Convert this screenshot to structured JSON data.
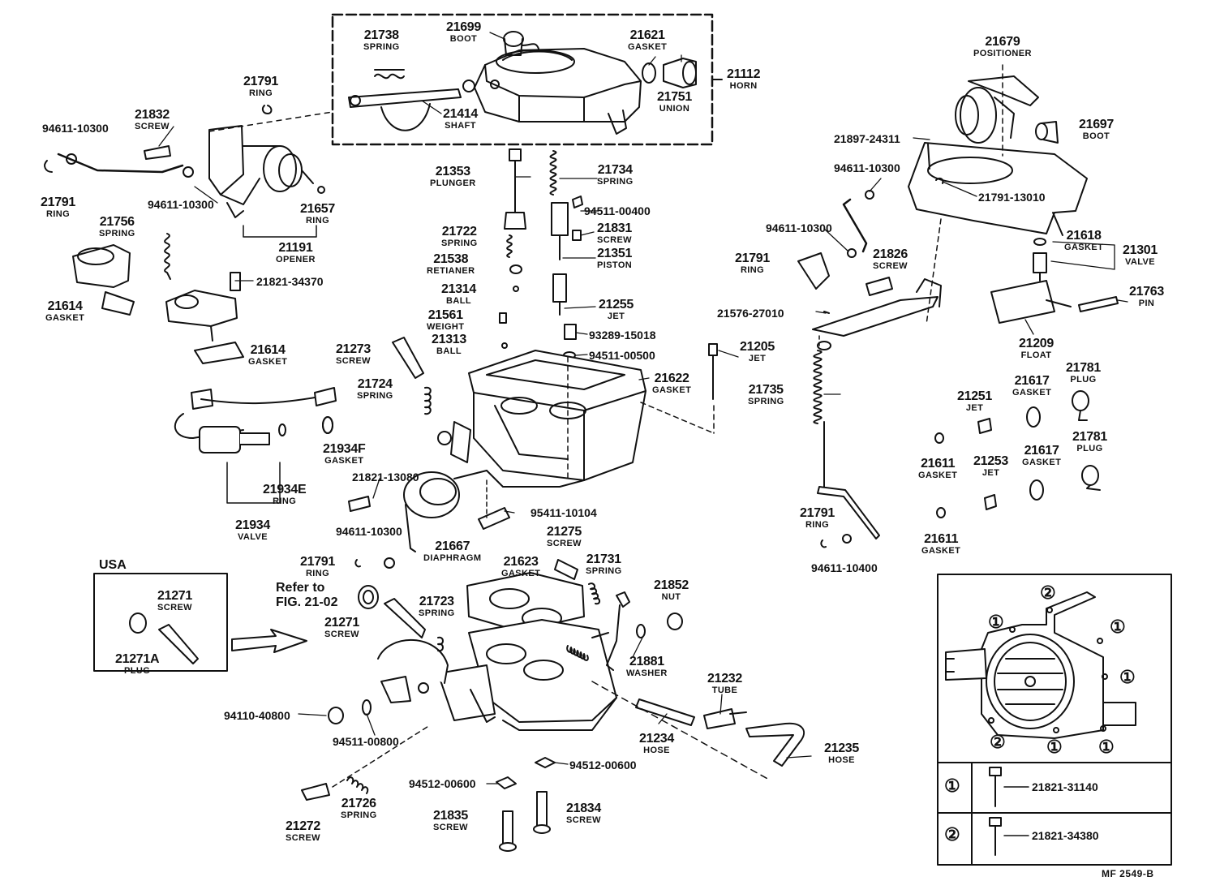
{
  "labels": {
    "l21738": {
      "num": "21738",
      "name": "SPRING"
    },
    "l21699": {
      "num": "21699",
      "name": "BOOT"
    },
    "l21621": {
      "num": "21621",
      "name": "GASKET"
    },
    "l21112": {
      "num": "21112",
      "name": "HORN"
    },
    "l21751": {
      "num": "21751",
      "name": "UNION"
    },
    "l21414": {
      "num": "21414",
      "name": "SHAFT"
    },
    "l21791a": {
      "num": "21791",
      "name": "RING"
    },
    "l21832": {
      "num": "21832",
      "name": "SCREW"
    },
    "l21791b": {
      "num": "21791",
      "name": "RING"
    },
    "l21657": {
      "num": "21657",
      "name": "RING"
    },
    "l21756": {
      "num": "21756",
      "name": "SPRING"
    },
    "l21191": {
      "num": "21191",
      "name": "OPENER"
    },
    "l21614a": {
      "num": "21614",
      "name": "GASKET"
    },
    "l21614b": {
      "num": "21614",
      "name": "GASKET"
    },
    "l21353": {
      "num": "21353",
      "name": "PLUNGER"
    },
    "l21734": {
      "num": "21734",
      "name": "SPRING"
    },
    "l21722": {
      "num": "21722",
      "name": "SPRING"
    },
    "l21831": {
      "num": "21831",
      "name": "SCREW"
    },
    "l21538": {
      "num": "21538",
      "name": "RETIANER"
    },
    "l21351": {
      "num": "21351",
      "name": "PISTON"
    },
    "l21314": {
      "num": "21314",
      "name": "BALL"
    },
    "l21255": {
      "num": "21255",
      "name": "JET"
    },
    "l21561": {
      "num": "21561",
      "name": "WEIGHT"
    },
    "l21313": {
      "num": "21313",
      "name": "BALL"
    },
    "l21273": {
      "num": "21273",
      "name": "SCREW"
    },
    "l21205": {
      "num": "21205",
      "name": "JET"
    },
    "l21622": {
      "num": "21622",
      "name": "GASKET"
    },
    "l21724": {
      "num": "21724",
      "name": "SPRING"
    },
    "l21934F": {
      "num": "21934F",
      "name": "GASKET"
    },
    "l21934E": {
      "num": "21934E",
      "name": "RING"
    },
    "l21934": {
      "num": "21934",
      "name": "VALVE"
    },
    "l21667": {
      "num": "21667",
      "name": "DIAPHRAGM"
    },
    "l21791c": {
      "num": "21791",
      "name": "RING"
    },
    "l21275": {
      "num": "21275",
      "name": "SCREW"
    },
    "l21623": {
      "num": "21623",
      "name": "GASKET"
    },
    "l21731": {
      "num": "21731",
      "name": "SPRING"
    },
    "l21852": {
      "num": "21852",
      "name": "NUT"
    },
    "l21271a": {
      "num": "21271",
      "name": "SCREW"
    },
    "l21271A": {
      "num": "21271A",
      "name": "PLUG"
    },
    "l21723": {
      "num": "21723",
      "name": "SPRING"
    },
    "l21271b": {
      "num": "21271",
      "name": "SCREW"
    },
    "l21881": {
      "num": "21881",
      "name": "WASHER"
    },
    "l21232": {
      "num": "21232",
      "name": "TUBE"
    },
    "l21234": {
      "num": "21234",
      "name": "HOSE"
    },
    "l21235": {
      "num": "21235",
      "name": "HOSE"
    },
    "l21726": {
      "num": "21726",
      "name": "SPRING"
    },
    "l21272": {
      "num": "21272",
      "name": "SCREW"
    },
    "l21835": {
      "num": "21835",
      "name": "SCREW"
    },
    "l21834": {
      "num": "21834",
      "name": "SCREW"
    },
    "l21679": {
      "num": "21679",
      "name": "POSITIONER"
    },
    "l21697": {
      "num": "21697",
      "name": "BOOT"
    },
    "l21791d": {
      "num": "21791",
      "name": "RING"
    },
    "l21826": {
      "num": "21826",
      "name": "SCREW"
    },
    "l21618": {
      "num": "21618",
      "name": "GASKET"
    },
    "l21301": {
      "num": "21301",
      "name": "VALVE"
    },
    "l21763": {
      "num": "21763",
      "name": "PIN"
    },
    "l21209": {
      "num": "21209",
      "name": "FLOAT"
    },
    "l21735": {
      "num": "21735",
      "name": "SPRING"
    },
    "l21251": {
      "num": "21251",
      "name": "JET"
    },
    "l21617a": {
      "num": "21617",
      "name": "GASKET"
    },
    "l21781a": {
      "num": "21781",
      "name": "PLUG"
    },
    "l21611a": {
      "num": "21611",
      "name": "GASKET"
    },
    "l21253": {
      "num": "21253",
      "name": "JET"
    },
    "l21617b": {
      "num": "21617",
      "name": "GASKET"
    },
    "l21781b": {
      "num": "21781",
      "name": "PLUG"
    },
    "l21791e": {
      "num": "21791",
      "name": "RING"
    },
    "l21611b": {
      "num": "21611",
      "name": "GASKET"
    }
  },
  "inline_parts": {
    "p94611_10300a": "94611-10300",
    "p94611_10300b": "94611-10300",
    "p21821_34370": "21821-34370",
    "p94511_00400": "94511-00400",
    "p93289_15018": "93289-15018",
    "p94511_00500": "94511-00500",
    "p21821_13080": "21821-13080",
    "p95411_10104": "95411-10104",
    "p94611_10300c": "94611-10300",
    "p94110_40800": "94110-40800",
    "p94511_00800": "94511-00800",
    "p94512_00600a": "94512-00600",
    "p94512_00600b": "94512-00600",
    "p21897_24311": "21897-24311",
    "p94611_10300d": "94611-10300",
    "p21791_13010": "21791-13010",
    "p94611_10300e": "94611-10300",
    "p21576_27010": "21576-27010",
    "p94611_10400": "94611-10400"
  },
  "usa_box": {
    "title": "USA"
  },
  "refer": {
    "line1": "Refer to",
    "line2": "FIG. 21-02"
  },
  "callout_marks": {
    "one": "①",
    "two": "②"
  },
  "legend": {
    "row1": {
      "mark": "①",
      "part": "21821-31140"
    },
    "row2": {
      "mark": "②",
      "part": "21821-34380"
    }
  },
  "footer": "MF  2549-B"
}
